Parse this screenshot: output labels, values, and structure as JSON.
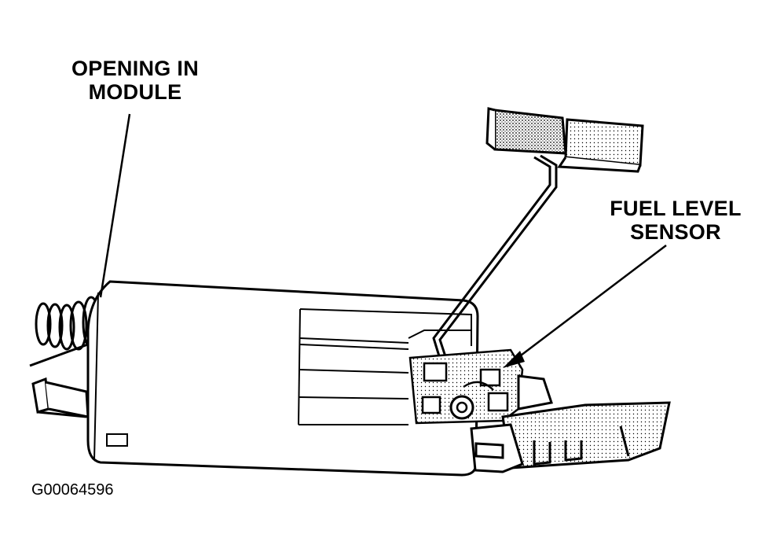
{
  "labels": {
    "opening_in_module": [
      "OPENING IN",
      "MODULE"
    ],
    "fuel_level_sensor": [
      "FUEL LEVEL",
      "SENSOR"
    ]
  },
  "figure_id": "G00064596"
}
